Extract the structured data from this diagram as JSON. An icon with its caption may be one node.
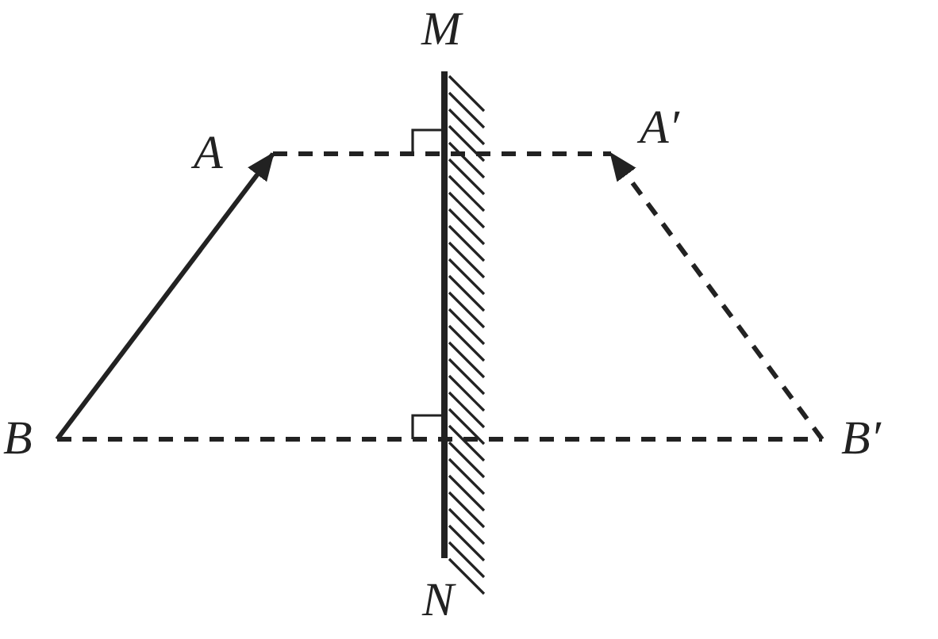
{
  "diagram": {
    "nodes": [
      {
        "text": [
          "A"
        ]
      },
      {
        "text": [
          "B"
        ]
      },
      {
        "text": [
          "A′"
        ]
      },
      {
        "text": [
          "B′"
        ]
      }
    ],
    "edges": [
      {
        "from": 1,
        "to": 0,
        "arrow": "to"
      },
      {
        "from": 0,
        "to": 2,
        "arrow": "none",
        "style": "dashed"
      },
      {
        "from": 3,
        "to": 2,
        "arrow": "to",
        "style": "dashed"
      },
      {
        "from": 1,
        "to": 3,
        "arrow": "none",
        "style": "dashed"
      }
    ],
    "labels": [
      "M",
      "N"
    ]
  }
}
